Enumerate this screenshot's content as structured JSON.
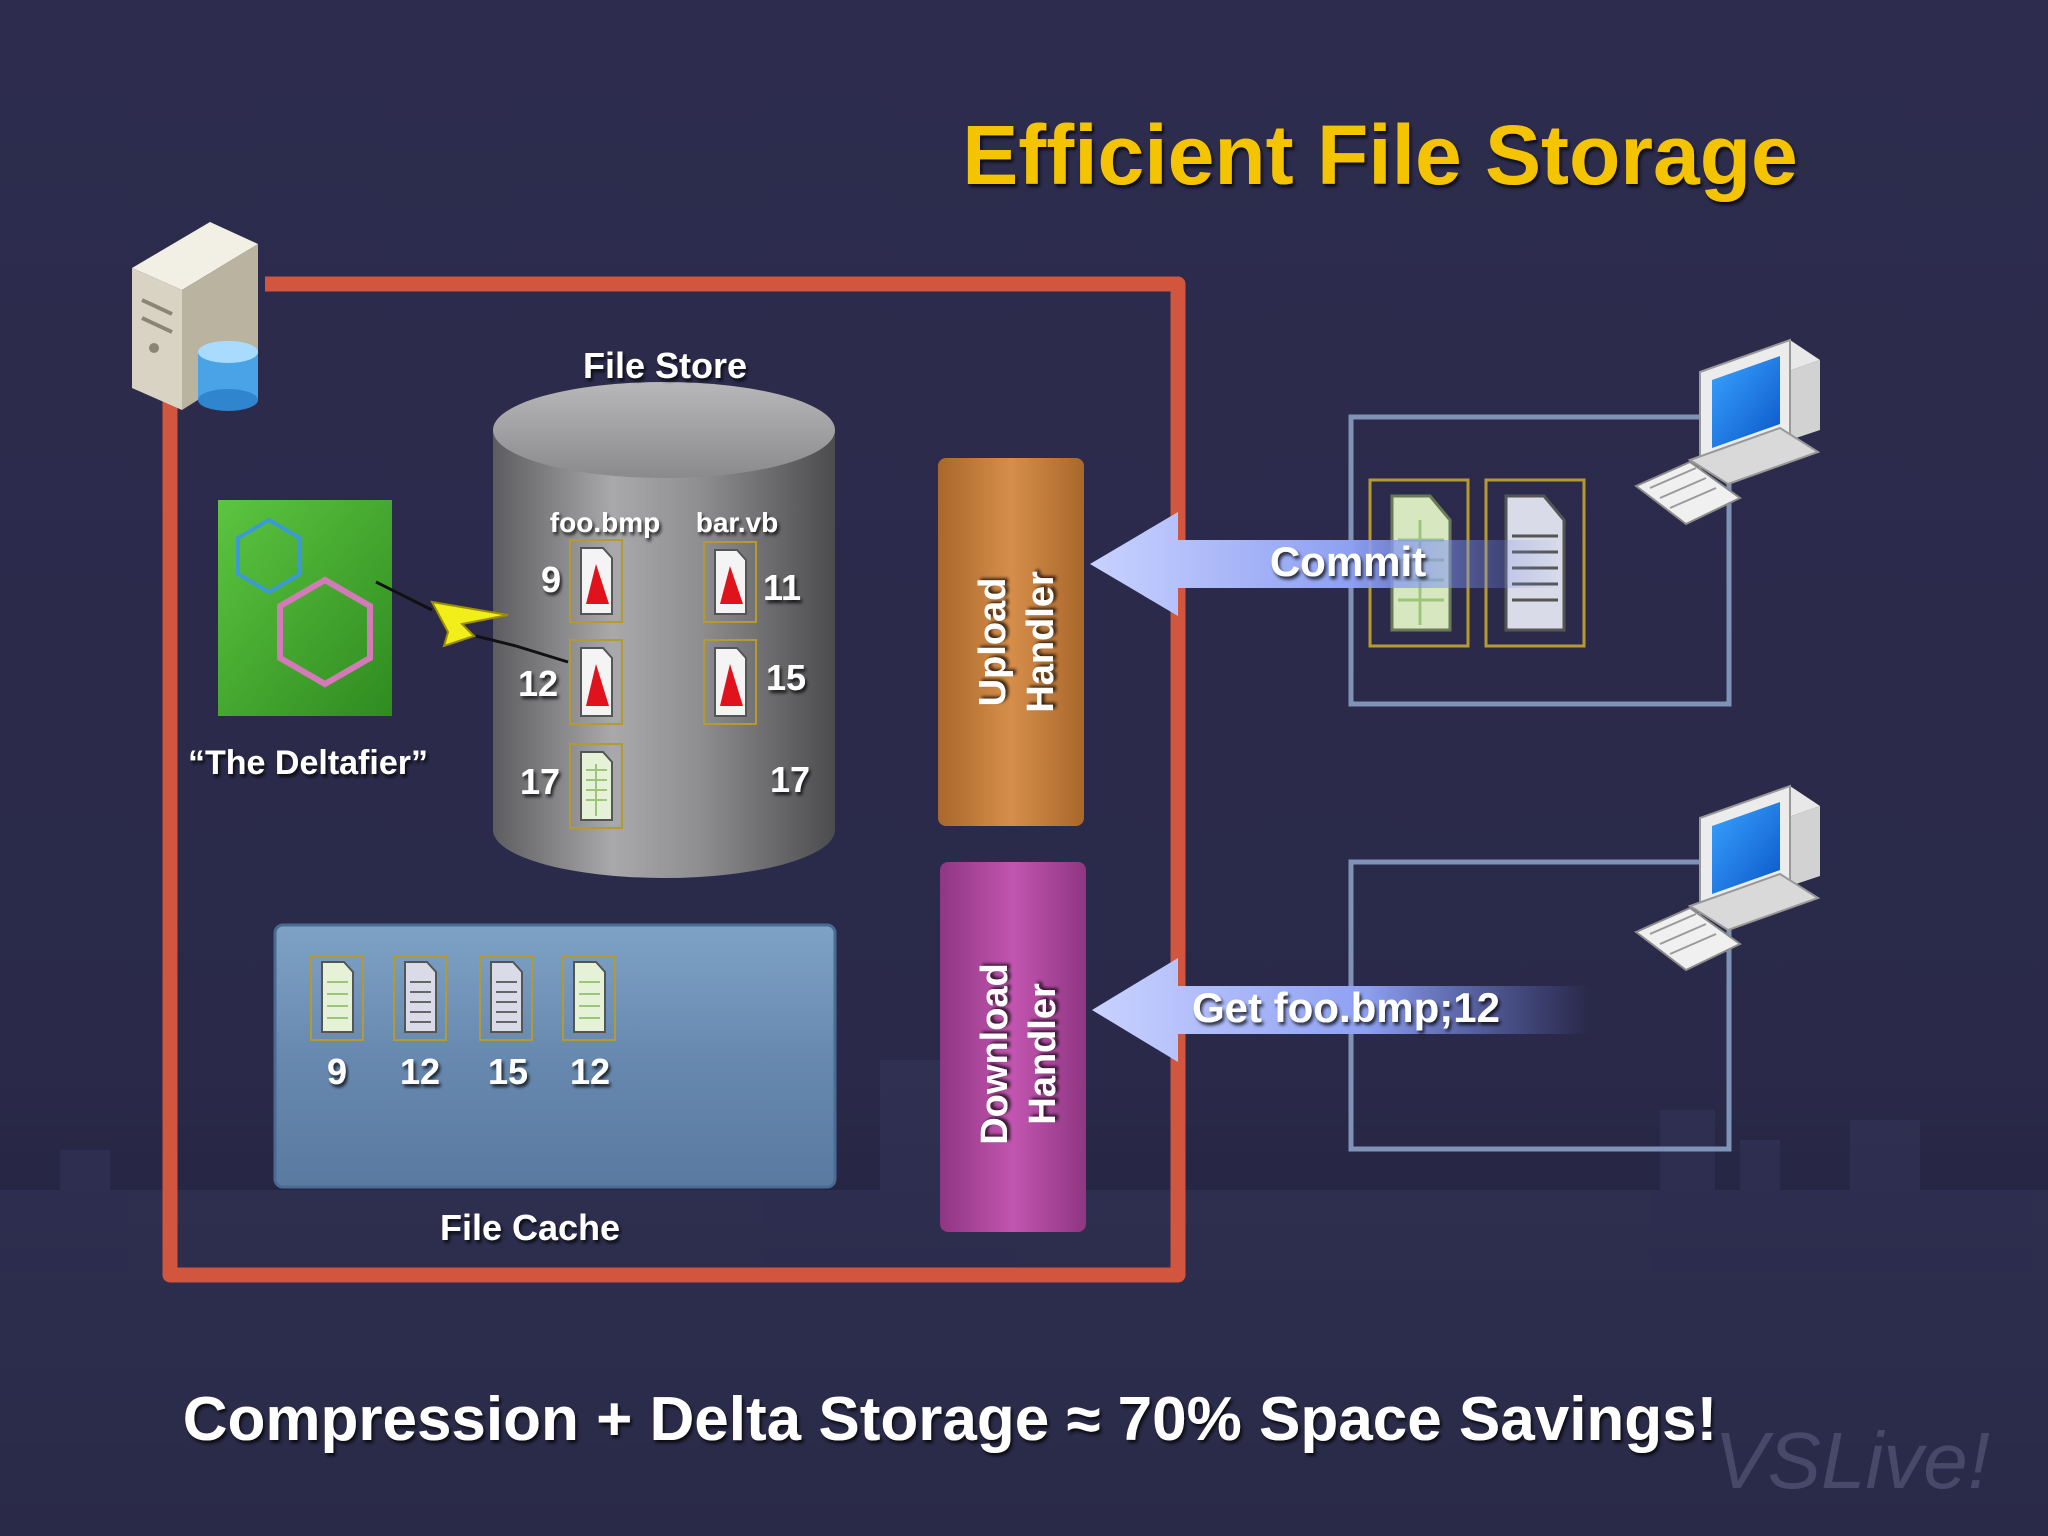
{
  "title": "Efficient File Storage",
  "footer": "Compression + Delta Storage ≈ 70% Space Savings!",
  "brand": "VSLive!",
  "file_store": {
    "label": "File Store",
    "files": [
      "foo.bmp",
      "bar.vb"
    ],
    "foo_versions": [
      "9",
      "12",
      "17"
    ],
    "bar_versions": [
      "11",
      "15",
      "17"
    ]
  },
  "deltafier_label": "“The Deltafier”",
  "file_cache": {
    "label": "File Cache",
    "versions": [
      "9",
      "12",
      "15",
      "12"
    ]
  },
  "upload_handler": [
    "Upload",
    "Handler"
  ],
  "download_handler": [
    "Download",
    "Handler"
  ],
  "commit_label": "Commit",
  "get_label": "Get foo.bmp;12",
  "colors": {
    "background": "#2b2a4c",
    "title": "#f5c400",
    "server_frame": "#d2553e",
    "upload_handler": "#c9823f",
    "download_handler": "#b04a9e",
    "file_cache": "#6a8fb6",
    "deltafier": "#49b032"
  }
}
